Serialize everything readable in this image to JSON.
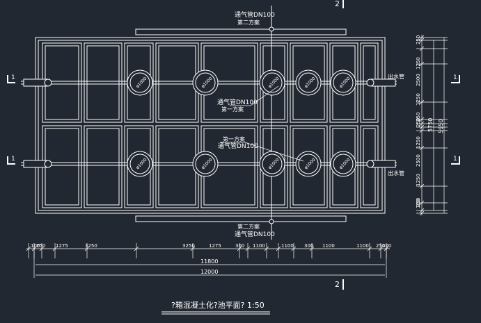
{
  "colors": {
    "background": "#222831",
    "line": "#ffffff"
  },
  "section_markers": {
    "top": "2",
    "bottom": "2",
    "left_top": "1",
    "left_bottom": "1",
    "right_top": "1",
    "right_bottom": "1"
  },
  "labels": {
    "top_vent": "通气管DN100",
    "top_scheme": "第二方案",
    "mid_vent": "通气管DN100",
    "mid_scheme": "第一方案",
    "mid2_scheme": "第一方案",
    "mid2_vent": "通气管DN100",
    "bottom_scheme": "第二方案",
    "bottom_vent": "通气管DN100",
    "outlet_top": "出水管",
    "outlet_bottom": "出水管",
    "pipe_size": "φ1000",
    "title": "?箱混凝土化?池平面? 1:50"
  },
  "dims_bottom_row1": [
    "100",
    "250",
    "1275",
    "3250",
    "3250",
    "1275",
    "300",
    "1100",
    "1100",
    "300",
    "1100",
    "1100",
    "250",
    "100"
  ],
  "dim_total_inner": "11800",
  "dim_total": "12000",
  "dims_right": [
    "250",
    "1250",
    "2500",
    "1250",
    "250",
    "250",
    "1250",
    "2500",
    "1250",
    "100",
    "250"
  ],
  "dim_right_inner": "5750",
  "dim_right_total": "5950"
}
